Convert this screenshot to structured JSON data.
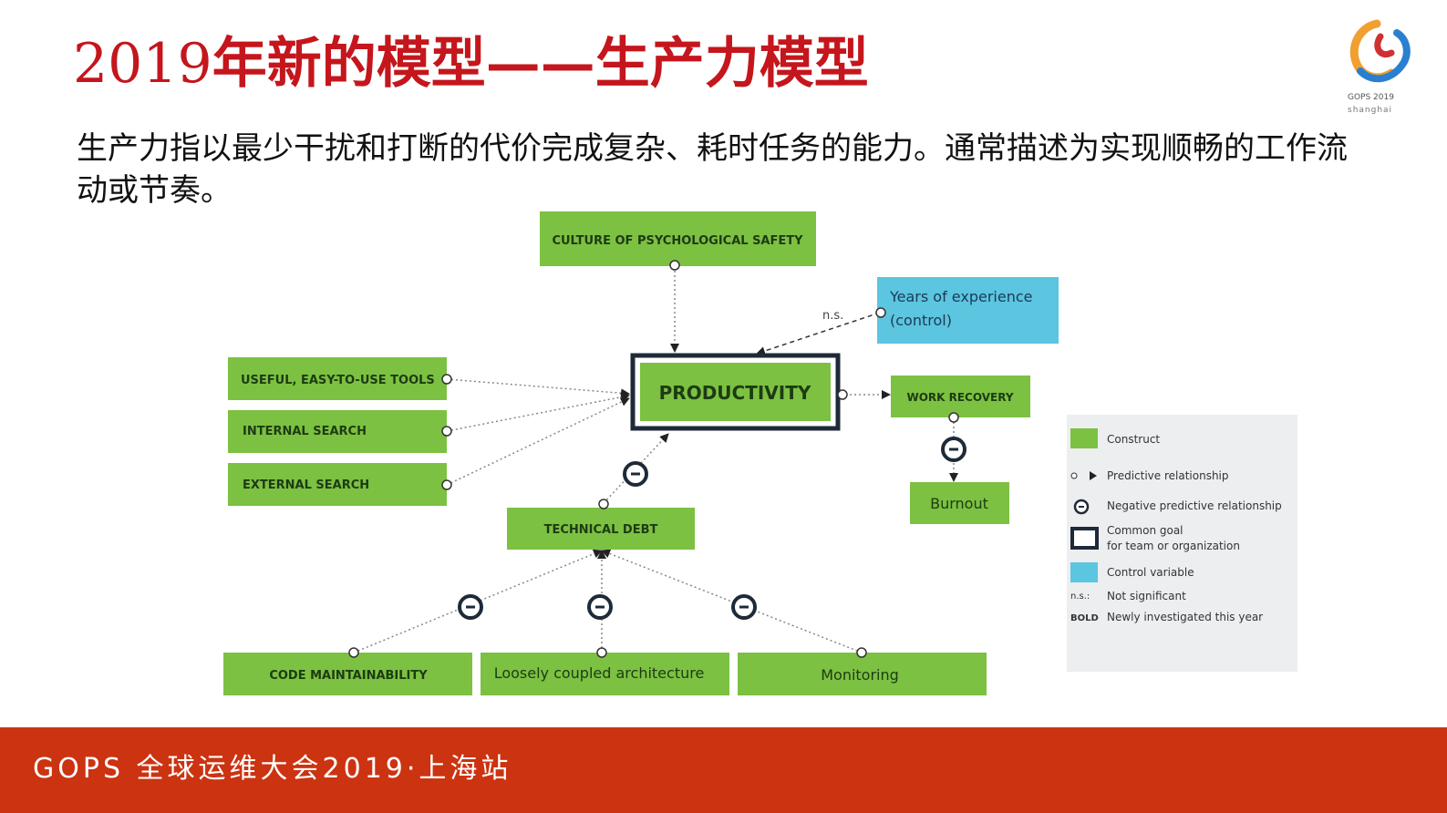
{
  "header": {
    "title_year": "2019",
    "title_rest": "年新的模型——生产力模型",
    "logo_text1": "GOPS 2019",
    "logo_text2": "shanghai"
  },
  "description": "生产力指以最少干扰和打断的代价完成复杂、耗时任务的能力。通常描述为实现顺畅的工作流动或节奏。",
  "diagram": {
    "culture": "CULTURE OF PSYCHOLOGICAL SAFETY",
    "years": "Years of experience",
    "control": "(control)",
    "ns": "n.s.",
    "productivity": "PRODUCTIVITY",
    "tools": "USEFUL, EASY-TO-USE TOOLS",
    "internal": "INTERNAL SEARCH",
    "external": "EXTERNAL SEARCH",
    "work_recovery": "WORK RECOVERY",
    "burnout": "Burnout",
    "tech_debt": "TECHNICAL DEBT",
    "code_maint": "CODE MAINTAINABILITY",
    "loose": "Loosely coupled architecture",
    "monitoring": "Monitoring"
  },
  "legend": {
    "construct": "Construct",
    "predictive": "Predictive relationship",
    "negative": "Negative predictive relationship",
    "common1": "Common goal",
    "common2": "for team or organization",
    "control": "Control variable",
    "ns_key": "n.s.:",
    "ns_desc": "Not significant",
    "bold_key": "BOLD",
    "bold_desc": "Newly investigated this year"
  },
  "colors": {
    "title_red": "#c4161c",
    "construct_green": "#7cc142",
    "control_blue": "#5cc5e0",
    "footer_red": "#cc3311"
  },
  "footer": {
    "text": "GOPS 全球运维大会2019·上海站"
  }
}
